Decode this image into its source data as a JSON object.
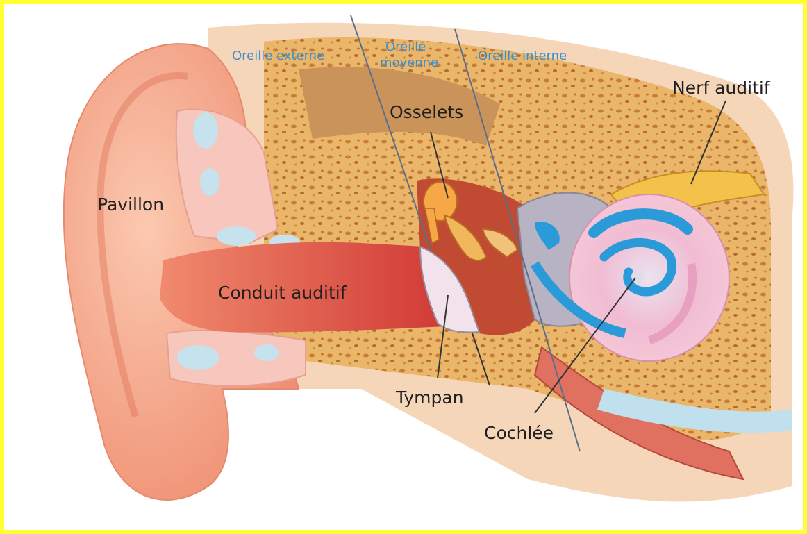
{
  "diagram": {
    "sections": {
      "outer_ear": "Oreille externe",
      "middle_ear_line1": "Oreille",
      "middle_ear_line2": "moyenne",
      "inner_ear": "Oreille interne"
    },
    "labels": {
      "pinna": "Pavillon",
      "ear_canal": "Conduit auditif",
      "ossicles": "Osselets",
      "eardrum": "Tympan",
      "cochlea": "Cochlée",
      "auditory_nerve": "Nerf auditif"
    },
    "colors": {
      "frame_border": "#ffff33",
      "section_label": "#3a8fd0",
      "label_text": "#1f1f1f",
      "skin": "#f4a58c",
      "bone": "#e9b565",
      "canal": "#d94b3c",
      "cochlea_blue": "#2a9bd8",
      "cochlea_pink": "#f3b8cc"
    }
  }
}
